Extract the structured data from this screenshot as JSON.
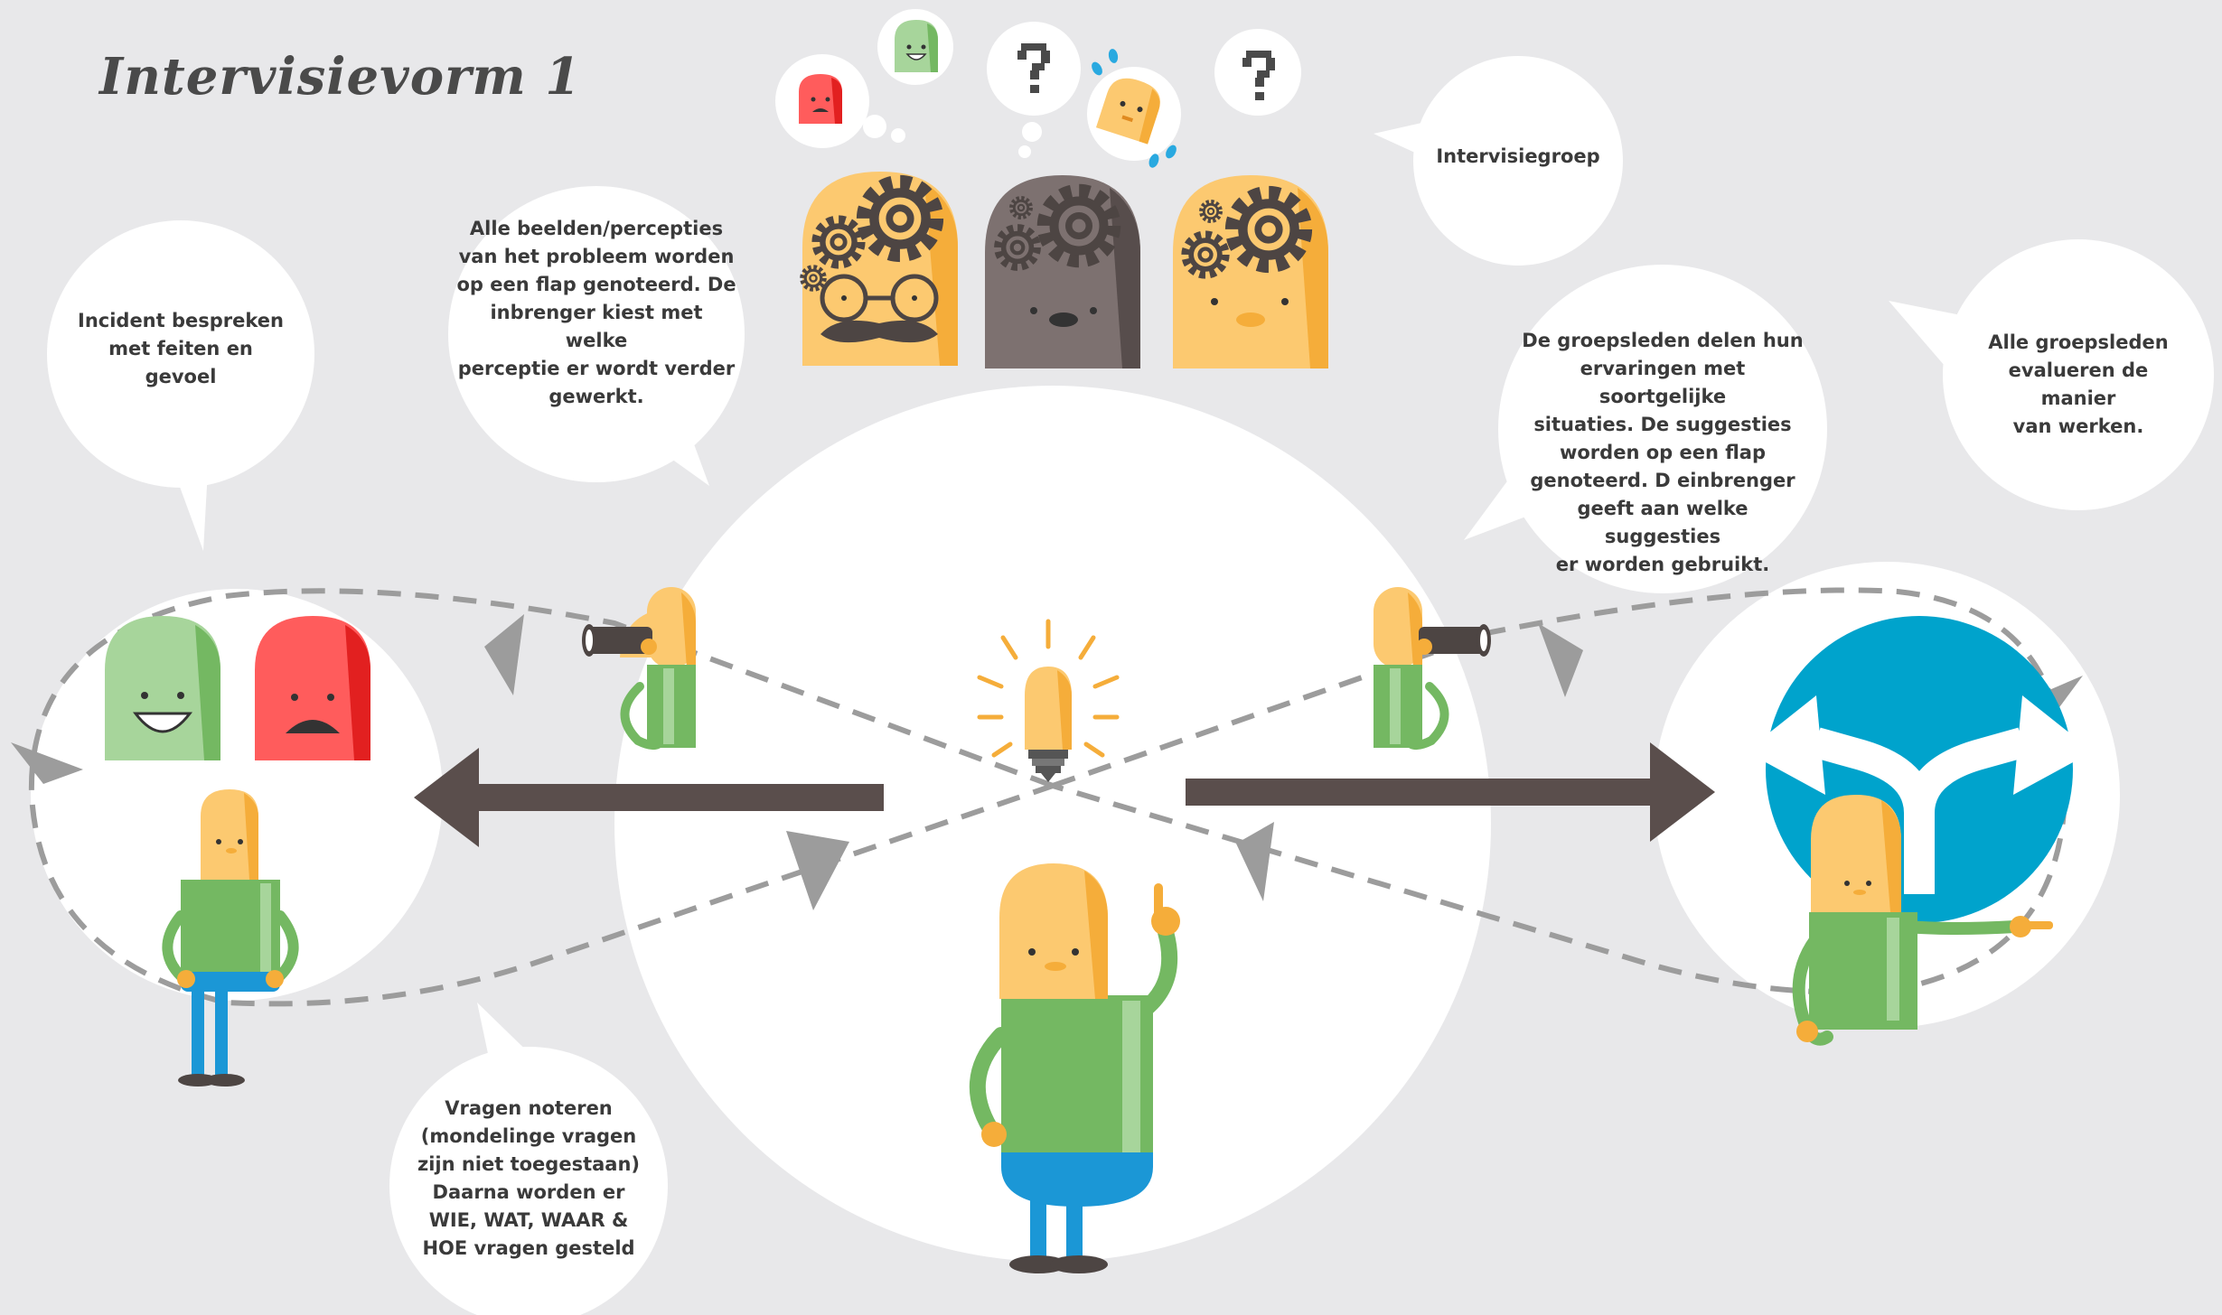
{
  "title": "Intervisievorm 1",
  "bubbles": {
    "incident": "Incident bespreken\nmet feiten en\ngevoel",
    "percepties": "Alle beelden/percepties\nvan het probleem worden\nop een flap genoteerd. De\ninbrenger kiest met welke\nperceptie er wordt verder\ngewerkt.",
    "intervisiegroep": "Intervisiegroep",
    "ervaringen": "De groepsleden delen hun\nervaringen met soortgelijke\nsituaties. De suggesties\nworden op een flap\ngenoteerd. D einbrenger\ngeeft aan welke suggesties\ner worden gebruikt.",
    "evalueren": "Alle groepsleden\nevalueren de manier\nvan werken.",
    "vragen": "Vragen noteren\n(mondelinge vragen\nzijn niet toegestaan)\nDaarna worden er\nWIE, WAT, WAAR  &\nHOE vragen gesteld"
  },
  "colors": {
    "background": "#e8e8ea",
    "circle": "#ffffff",
    "arrow": "#5a4e4c",
    "dash": "#9c9c9c",
    "skin": "#fcc970",
    "skin_shade": "#f5ad3a",
    "shirt": "#74b862",
    "pants": "#1b97d6",
    "green_face": "#a7d59b",
    "red_face": "#ff5c5c",
    "gray_head": "#7d7170",
    "sign_blue": "#00a3cc"
  },
  "icons": [
    "gear-icon",
    "lightbulb-icon",
    "binoculars-icon",
    "question-mark-icon",
    "split-arrow-sign-icon",
    "thought-bubble-icon"
  ]
}
